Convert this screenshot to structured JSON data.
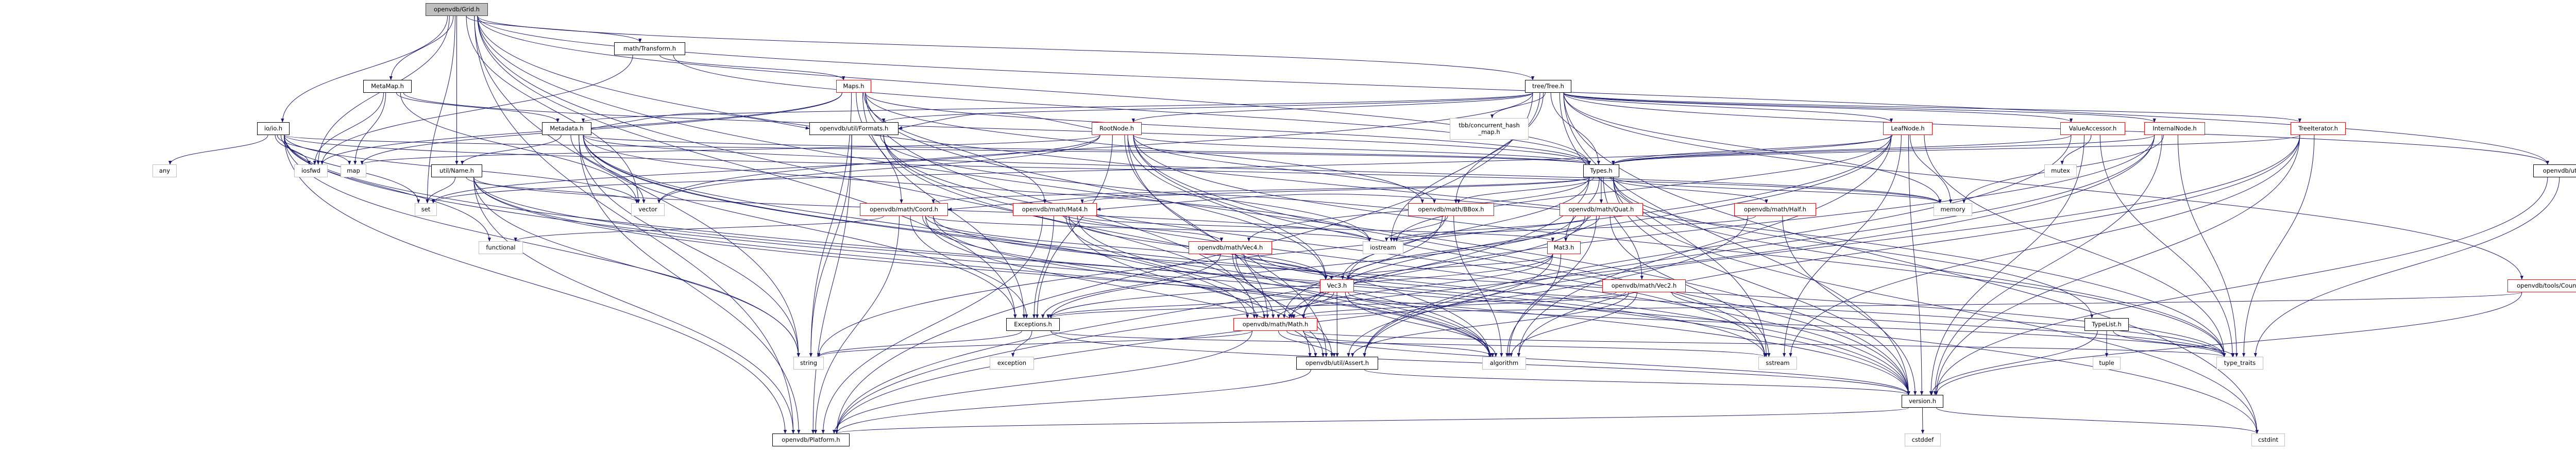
{
  "graph": {
    "title": "openvdb/Grid.h",
    "edge_color": "#191970",
    "legend_colors": {
      "root_fill": "#bfbfbf",
      "incomplete_border": "#ff0000",
      "system_border": "#bfbfbf",
      "file_border": "#000000"
    }
  },
  "nodes": [
    {
      "id": "grid",
      "label": "openvdb/Grid.h",
      "kind": "root"
    },
    {
      "id": "transform",
      "label": "math/Transform.h",
      "kind": "file"
    },
    {
      "id": "metamap",
      "label": "MetaMap.h",
      "kind": "file"
    },
    {
      "id": "maps",
      "label": "Maps.h",
      "kind": "red"
    },
    {
      "id": "tree",
      "label": "tree/Tree.h",
      "kind": "file"
    },
    {
      "id": "io",
      "label": "io/io.h",
      "kind": "file"
    },
    {
      "id": "metadata",
      "label": "Metadata.h",
      "kind": "file"
    },
    {
      "id": "formats",
      "label": "openvdb/util/Formats.h",
      "kind": "file"
    },
    {
      "id": "rootnode",
      "label": "RootNode.h",
      "kind": "red"
    },
    {
      "id": "tbb",
      "label": "tbb/concurrent_hash\n_map.h",
      "kind": "sys"
    },
    {
      "id": "leafnode",
      "label": "LeafNode.h",
      "kind": "red"
    },
    {
      "id": "valueaccessor",
      "label": "ValueAccessor.h",
      "kind": "red"
    },
    {
      "id": "internalnode",
      "label": "InternalNode.h",
      "kind": "red"
    },
    {
      "id": "treeiterator",
      "label": "TreeIterator.h",
      "kind": "red"
    },
    {
      "id": "any",
      "label": "any",
      "kind": "sys"
    },
    {
      "id": "iosfwd",
      "label": "iosfwd",
      "kind": "sys"
    },
    {
      "id": "map",
      "label": "map",
      "kind": "sys"
    },
    {
      "id": "name",
      "label": "util/Name.h",
      "kind": "file"
    },
    {
      "id": "types",
      "label": "Types.h",
      "kind": "file"
    },
    {
      "id": "mutex",
      "label": "mutex",
      "kind": "sys"
    },
    {
      "id": "logging",
      "label": "openvdb/util/logging.h",
      "kind": "file"
    },
    {
      "id": "set",
      "label": "set",
      "kind": "sys"
    },
    {
      "id": "vector",
      "label": "vector",
      "kind": "sys"
    },
    {
      "id": "coord",
      "label": "openvdb/math/Coord.h",
      "kind": "red"
    },
    {
      "id": "mat4",
      "label": "openvdb/math/Mat4.h",
      "kind": "red"
    },
    {
      "id": "bbox",
      "label": "openvdb/math/BBox.h",
      "kind": "red"
    },
    {
      "id": "quat",
      "label": "openvdb/math/Quat.h",
      "kind": "red"
    },
    {
      "id": "half",
      "label": "openvdb/math/Half.h",
      "kind": "red"
    },
    {
      "id": "memory",
      "label": "memory",
      "kind": "sys"
    },
    {
      "id": "functional",
      "label": "functional",
      "kind": "sys"
    },
    {
      "id": "vec4",
      "label": "openvdb/math/Vec4.h",
      "kind": "red"
    },
    {
      "id": "iostream",
      "label": "iostream",
      "kind": "sys"
    },
    {
      "id": "mat3",
      "label": "Mat3.h",
      "kind": "red"
    },
    {
      "id": "vec3",
      "label": "Vec3.h",
      "kind": "red"
    },
    {
      "id": "vec2",
      "label": "openvdb/math/Vec2.h",
      "kind": "red"
    },
    {
      "id": "count",
      "label": "openvdb/tools/Count.h",
      "kind": "red"
    },
    {
      "id": "exceptions",
      "label": "Exceptions.h",
      "kind": "file"
    },
    {
      "id": "math",
      "label": "openvdb/math/Math.h",
      "kind": "red"
    },
    {
      "id": "typelist",
      "label": "TypeList.h",
      "kind": "file"
    },
    {
      "id": "string",
      "label": "string",
      "kind": "sys"
    },
    {
      "id": "exception",
      "label": "exception",
      "kind": "sys"
    },
    {
      "id": "assert",
      "label": "openvdb/util/Assert.h",
      "kind": "file"
    },
    {
      "id": "algorithm",
      "label": "algorithm",
      "kind": "sys"
    },
    {
      "id": "sstream",
      "label": "sstream",
      "kind": "sys"
    },
    {
      "id": "tuple",
      "label": "tuple",
      "kind": "sys"
    },
    {
      "id": "type_traits",
      "label": "type_traits",
      "kind": "sys"
    },
    {
      "id": "version",
      "label": "version.h",
      "kind": "file"
    },
    {
      "id": "platform",
      "label": "openvdb/Platform.h",
      "kind": "file"
    },
    {
      "id": "cstddef",
      "label": "cstddef",
      "kind": "sys"
    },
    {
      "id": "cstdint",
      "label": "cstdint",
      "kind": "sys"
    }
  ],
  "edges": [
    [
      "grid",
      "io"
    ],
    [
      "grid",
      "metamap"
    ],
    [
      "grid",
      "name"
    ],
    [
      "grid",
      "transform"
    ],
    [
      "grid",
      "tree"
    ],
    [
      "grid",
      "types"
    ],
    [
      "grid",
      "exceptions"
    ],
    [
      "grid",
      "logging"
    ],
    [
      "grid",
      "assert"
    ],
    [
      "grid",
      "iosfwd"
    ],
    [
      "grid",
      "set"
    ],
    [
      "grid",
      "vector"
    ],
    [
      "grid",
      "type_traits"
    ],
    [
      "grid",
      "string"
    ],
    [
      "grid",
      "platform"
    ],
    [
      "grid",
      "version"
    ],
    [
      "transform",
      "maps"
    ],
    [
      "transform",
      "types"
    ],
    [
      "transform",
      "iosfwd"
    ],
    [
      "metamap",
      "metadata"
    ],
    [
      "metamap",
      "types"
    ],
    [
      "metamap",
      "iosfwd"
    ],
    [
      "metamap",
      "map"
    ],
    [
      "metamap",
      "vector"
    ],
    [
      "io",
      "any"
    ],
    [
      "io",
      "iosfwd"
    ],
    [
      "io",
      "map"
    ],
    [
      "io",
      "set"
    ],
    [
      "io",
      "string"
    ],
    [
      "io",
      "vector"
    ],
    [
      "io",
      "functional"
    ],
    [
      "io",
      "types"
    ],
    [
      "io",
      "platform"
    ],
    [
      "io",
      "version"
    ],
    [
      "io",
      "memory"
    ],
    [
      "io",
      "cstdint"
    ],
    [
      "metadata",
      "types"
    ],
    [
      "metadata",
      "name"
    ],
    [
      "metadata",
      "exceptions"
    ],
    [
      "metadata",
      "math"
    ],
    [
      "metadata",
      "platform"
    ],
    [
      "metadata",
      "version"
    ],
    [
      "metadata",
      "iostream"
    ],
    [
      "metadata",
      "string"
    ],
    [
      "metadata",
      "vector"
    ],
    [
      "metadata",
      "algorithm"
    ],
    [
      "metadata",
      "memory"
    ],
    [
      "metadata",
      "formats"
    ],
    [
      "name",
      "platform"
    ],
    [
      "name",
      "version"
    ],
    [
      "name",
      "set"
    ],
    [
      "name",
      "vector"
    ],
    [
      "name",
      "string"
    ],
    [
      "name",
      "iostream"
    ],
    [
      "name",
      "sstream"
    ],
    [
      "name",
      "algorithm"
    ],
    [
      "maps",
      "mat4"
    ],
    [
      "maps",
      "vec3"
    ],
    [
      "maps",
      "bbox"
    ],
    [
      "maps",
      "coord"
    ],
    [
      "maps",
      "math"
    ],
    [
      "maps",
      "types"
    ],
    [
      "maps",
      "exceptions"
    ],
    [
      "maps",
      "map"
    ],
    [
      "maps",
      "string"
    ],
    [
      "maps",
      "iosfwd"
    ],
    [
      "formats",
      "platform"
    ],
    [
      "formats",
      "version"
    ],
    [
      "formats",
      "iostream"
    ],
    [
      "formats",
      "string"
    ],
    [
      "formats",
      "sstream"
    ],
    [
      "formats",
      "algorithm"
    ],
    [
      "rootnode",
      "types"
    ],
    [
      "rootnode",
      "exceptions"
    ],
    [
      "rootnode",
      "math"
    ],
    [
      "rootnode",
      "bbox"
    ],
    [
      "rootnode",
      "formats"
    ],
    [
      "rootnode",
      "vec3"
    ],
    [
      "rootnode",
      "assert"
    ],
    [
      "rootnode",
      "version"
    ],
    [
      "rootnode",
      "map"
    ],
    [
      "rootnode",
      "set"
    ],
    [
      "rootnode",
      "sstream"
    ],
    [
      "rootnode",
      "vector"
    ],
    [
      "rootnode",
      "type_traits"
    ],
    [
      "coord",
      "platform"
    ],
    [
      "coord",
      "vec3"
    ],
    [
      "coord",
      "math"
    ],
    [
      "coord",
      "exceptions"
    ],
    [
      "coord",
      "assert"
    ],
    [
      "coord",
      "algorithm"
    ],
    [
      "coord",
      "iostream"
    ],
    [
      "coord",
      "functional"
    ],
    [
      "coord",
      "type_traits"
    ],
    [
      "mat4",
      "exceptions"
    ],
    [
      "mat4",
      "platform"
    ],
    [
      "mat4",
      "vec3"
    ],
    [
      "mat4",
      "vec4"
    ],
    [
      "mat4",
      "mat3"
    ],
    [
      "mat4",
      "math"
    ],
    [
      "mat4",
      "assert"
    ],
    [
      "mat4",
      "algorithm"
    ],
    [
      "vec4",
      "exceptions"
    ],
    [
      "vec4",
      "math"
    ],
    [
      "vec4",
      "vec3"
    ],
    [
      "vec4",
      "assert"
    ],
    [
      "vec4",
      "algorithm"
    ],
    [
      "vec4",
      "type_traits"
    ],
    [
      "vec3",
      "exceptions"
    ],
    [
      "vec3",
      "math"
    ],
    [
      "vec3",
      "assert"
    ],
    [
      "vec3",
      "algorithm"
    ],
    [
      "vec3",
      "type_traits"
    ],
    [
      "math",
      "platform"
    ],
    [
      "math",
      "assert"
    ],
    [
      "math",
      "version"
    ],
    [
      "math",
      "algorithm"
    ],
    [
      "math",
      "type_traits"
    ],
    [
      "math",
      "string"
    ],
    [
      "exceptions",
      "version"
    ],
    [
      "exceptions",
      "exception"
    ],
    [
      "exceptions",
      "string"
    ],
    [
      "exceptions",
      "sstream"
    ],
    [
      "assert",
      "platform"
    ],
    [
      "assert",
      "version"
    ],
    [
      "version",
      "platform"
    ],
    [
      "version",
      "cstddef"
    ],
    [
      "version",
      "cstdint"
    ],
    [
      "tree",
      "tbb"
    ],
    [
      "tree",
      "types"
    ],
    [
      "tree",
      "bbox"
    ],
    [
      "tree",
      "iostream"
    ],
    [
      "tree",
      "leafnode"
    ],
    [
      "tree",
      "rootnode"
    ],
    [
      "tree",
      "internalnode"
    ],
    [
      "tree",
      "valueaccessor"
    ],
    [
      "tree",
      "treeiterator"
    ],
    [
      "tree",
      "formats"
    ],
    [
      "tree",
      "count"
    ],
    [
      "tree",
      "logging"
    ],
    [
      "tree",
      "metadata"
    ],
    [
      "tree",
      "platform"
    ],
    [
      "tree",
      "version"
    ],
    [
      "tree",
      "memory"
    ],
    [
      "tree",
      "sstream"
    ],
    [
      "tree",
      "vector"
    ],
    [
      "tree",
      "cstdint"
    ],
    [
      "types",
      "bbox"
    ],
    [
      "types",
      "quat"
    ],
    [
      "types",
      "half"
    ],
    [
      "types",
      "mat3"
    ],
    [
      "types",
      "mat4"
    ],
    [
      "types",
      "coord"
    ],
    [
      "types",
      "vec2"
    ],
    [
      "types",
      "vec3"
    ],
    [
      "types",
      "vec4"
    ],
    [
      "types",
      "typelist"
    ],
    [
      "types",
      "platform"
    ],
    [
      "types",
      "version"
    ],
    [
      "types",
      "memory"
    ],
    [
      "types",
      "type_traits"
    ],
    [
      "types",
      "cstdint"
    ],
    [
      "bbox",
      "math"
    ],
    [
      "bbox",
      "vec3"
    ],
    [
      "bbox",
      "coord"
    ],
    [
      "bbox",
      "algorithm"
    ],
    [
      "bbox",
      "iostream"
    ],
    [
      "quat",
      "mat3"
    ],
    [
      "quat",
      "mat4"
    ],
    [
      "quat",
      "vec3"
    ],
    [
      "quat",
      "math"
    ],
    [
      "quat",
      "exceptions"
    ],
    [
      "quat",
      "iostream"
    ],
    [
      "quat",
      "sstream"
    ],
    [
      "quat",
      "algorithm"
    ],
    [
      "half",
      "version"
    ],
    [
      "half",
      "platform"
    ],
    [
      "half",
      "iostream"
    ],
    [
      "mat3",
      "vec3"
    ],
    [
      "mat3",
      "math"
    ],
    [
      "mat3",
      "exceptions"
    ],
    [
      "mat3",
      "assert"
    ],
    [
      "mat3",
      "algorithm"
    ],
    [
      "vec2",
      "exceptions"
    ],
    [
      "vec2",
      "math"
    ],
    [
      "vec2",
      "assert"
    ],
    [
      "vec2",
      "algorithm"
    ],
    [
      "vec2",
      "type_traits"
    ],
    [
      "leafnode",
      "types"
    ],
    [
      "leafnode",
      "memory"
    ],
    [
      "leafnode",
      "type_traits"
    ],
    [
      "leafnode",
      "string"
    ],
    [
      "leafnode",
      "algorithm"
    ],
    [
      "leafnode",
      "iostream"
    ],
    [
      "leafnode",
      "sstream"
    ],
    [
      "leafnode",
      "set"
    ],
    [
      "leafnode",
      "math"
    ],
    [
      "leafnode",
      "version"
    ],
    [
      "valueaccessor",
      "types"
    ],
    [
      "valueaccessor",
      "mutex"
    ],
    [
      "valueaccessor",
      "type_traits"
    ],
    [
      "valueaccessor",
      "version"
    ],
    [
      "valueaccessor",
      "assert"
    ],
    [
      "internalnode",
      "types"
    ],
    [
      "internalnode",
      "type_traits"
    ],
    [
      "internalnode",
      "math"
    ],
    [
      "internalnode",
      "assert"
    ],
    [
      "internalnode",
      "version"
    ],
    [
      "internalnode",
      "platform"
    ],
    [
      "internalnode",
      "memory"
    ],
    [
      "treeiterator",
      "types"
    ],
    [
      "treeiterator",
      "type_traits"
    ],
    [
      "treeiterator",
      "version"
    ],
    [
      "treeiterator",
      "assert"
    ],
    [
      "treeiterator",
      "sstream"
    ],
    [
      "treeiterator",
      "algorithm"
    ],
    [
      "logging",
      "version"
    ],
    [
      "logging",
      "type_traits"
    ],
    [
      "count",
      "version"
    ],
    [
      "count",
      "math"
    ],
    [
      "typelist",
      "tuple"
    ],
    [
      "typelist",
      "type_traits"
    ],
    [
      "typelist",
      "version"
    ]
  ]
}
